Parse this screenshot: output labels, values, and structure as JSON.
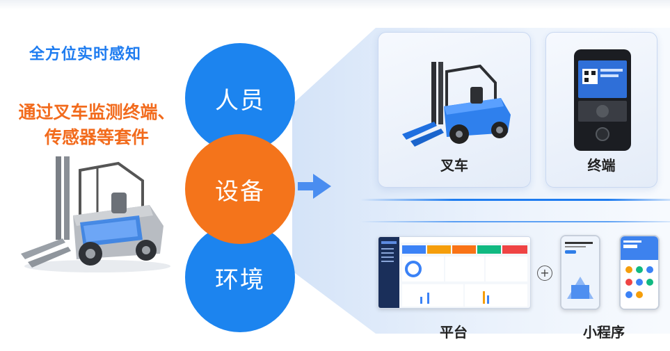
{
  "left": {
    "heading": "全方位实时感知",
    "subheading_line1": "通过叉车监测终端、",
    "subheading_line2": "传感器等套件"
  },
  "circles": {
    "people": "人员",
    "device": "设备",
    "environment": "环境"
  },
  "cards": {
    "forklift": "叉车",
    "terminal": "终端"
  },
  "bottom": {
    "platform": "平台",
    "plus": "+",
    "mini_program": "小程序"
  },
  "colors": {
    "blue": "#1c84ef",
    "orange": "#f4741b",
    "accent_text_blue": "#1e7cf0",
    "accent_text_orange": "#f26b1d"
  }
}
